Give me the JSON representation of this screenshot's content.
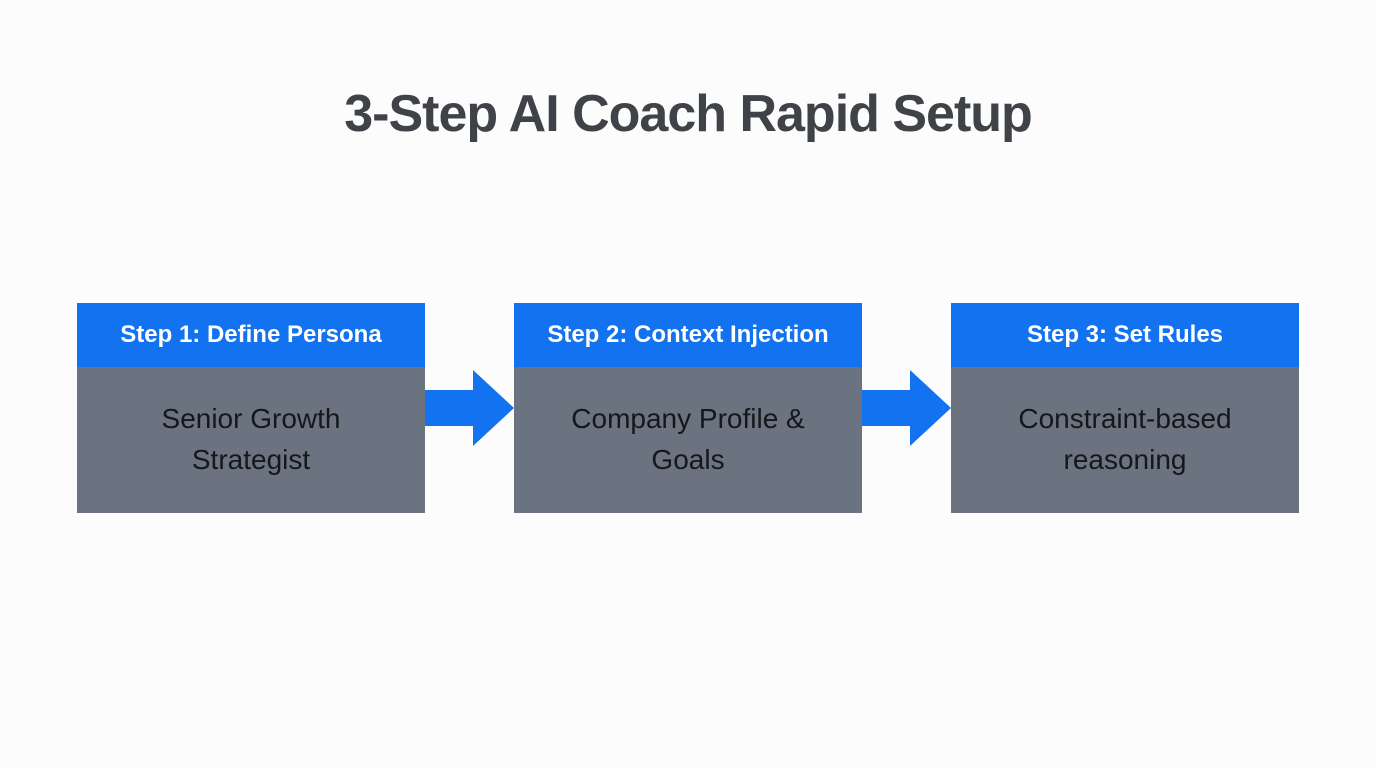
{
  "title": "3-Step AI Coach Rapid Setup",
  "colors": {
    "accent_blue": "#1272ef",
    "body_gray": "#6b7280",
    "title_text": "#3f4347",
    "header_text": "#ffffff",
    "body_text": "#15171a",
    "background": "#fcfcfc"
  },
  "steps": [
    {
      "header": "Step 1: Define Persona",
      "body": "Senior Growth Strategist"
    },
    {
      "header": "Step 2: Context Injection",
      "body": "Company Profile & Goals"
    },
    {
      "header": "Step 3: Set Rules",
      "body": "Constraint-based reasoning"
    }
  ],
  "icons": {
    "arrow": "right-block-arrow"
  }
}
